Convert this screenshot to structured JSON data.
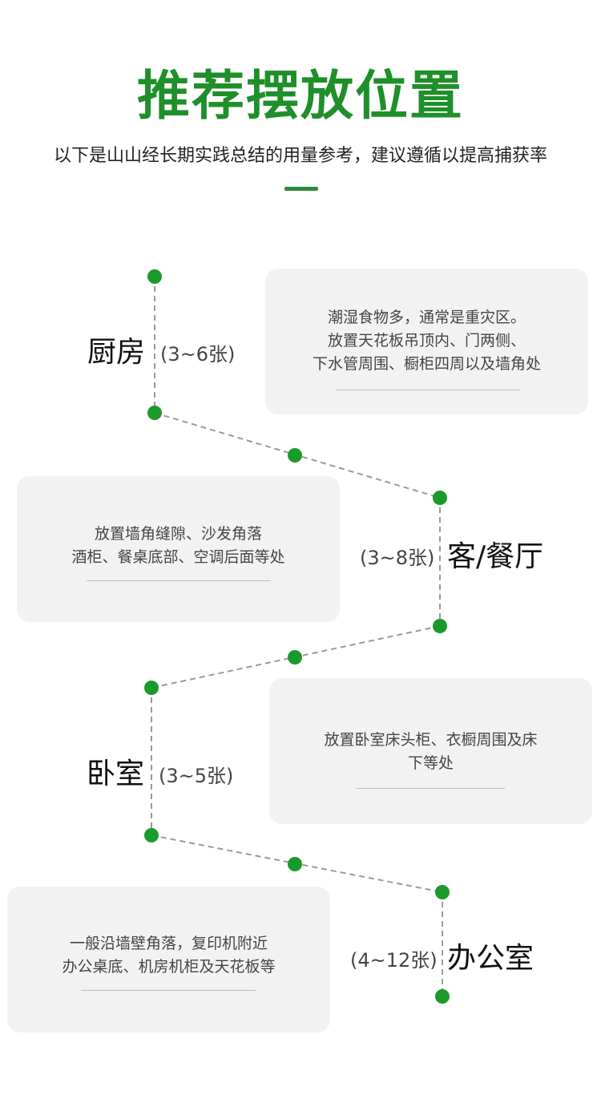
{
  "header": {
    "title": "推荐摆放位置",
    "subtitle": "以下是山山经长期实践总结的用量参考，建议遵循以提高捕获率"
  },
  "colors": {
    "accent": "#1f8f2a",
    "dot": "#1a9a2b",
    "card_bg": "#f2f2f2"
  },
  "sections": [
    {
      "room": "厨房",
      "count": "(3~6张)",
      "lines": [
        "潮湿食物多，通常是重灾区。",
        "放置天花板吊顶内、门两侧、",
        "下水管周围、橱柜四周以及墙角处"
      ]
    },
    {
      "room": "客/餐厅",
      "count": "(3~8张)",
      "lines": [
        "放置墙角缝隙、沙发角落",
        "酒柜、餐桌底部、空调后面等处"
      ]
    },
    {
      "room": "卧室",
      "count": "(3~5张)",
      "lines": [
        "放置卧室床头柜、衣橱周围及床",
        "下等处"
      ]
    },
    {
      "room": "办公室",
      "count": "(4~12张)",
      "lines": [
        "一般沿墙壁角落，复印机附近",
        "办公桌底、机房机柜及天花板等"
      ]
    }
  ]
}
